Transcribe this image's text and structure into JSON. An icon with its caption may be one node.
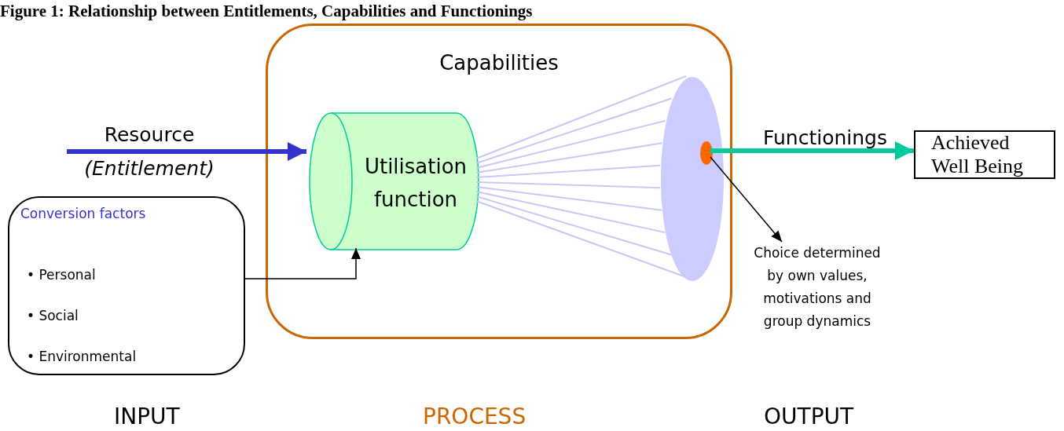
{
  "diagram": {
    "title": "Figure 1: Relationship between Entitlements, Capabilities and Functionings",
    "nodes": [
      {
        "text": [
          "Capabilities"
        ]
      },
      {
        "text": [
          "Utilisation function"
        ],
        "in": 0
      },
      {
        "text": [],
        "shape": "ellipse",
        "in": 0
      },
      {
        "text": [],
        "shape": "ellipse",
        "in": 2
      },
      {
        "text": [
          "Conversion factors",
          "• Personal",
          "• Social",
          "• Environmental"
        ]
      },
      {
        "text": [
          "Achieved Well Being"
        ]
      },
      {
        "text": [
          "Choice determined by own values, motivations and group dynamics"
        ]
      }
    ],
    "edges": [
      {
        "from": null,
        "to": 1,
        "arrow": "to",
        "label": "Resource *(Entitlement)*",
        "style": "thick",
        "color": "#3333cc"
      },
      {
        "from": 4,
        "to": 1,
        "arrow": "to"
      },
      {
        "from": 3,
        "to": 5,
        "arrow": "to",
        "label": "Functionings",
        "style": "thick",
        "color": "#00cc99"
      },
      {
        "from": 3,
        "to": 6,
        "arrow": "to"
      }
    ],
    "labels": [
      "INPUT",
      "PROCESS",
      "OUTPUT"
    ]
  }
}
